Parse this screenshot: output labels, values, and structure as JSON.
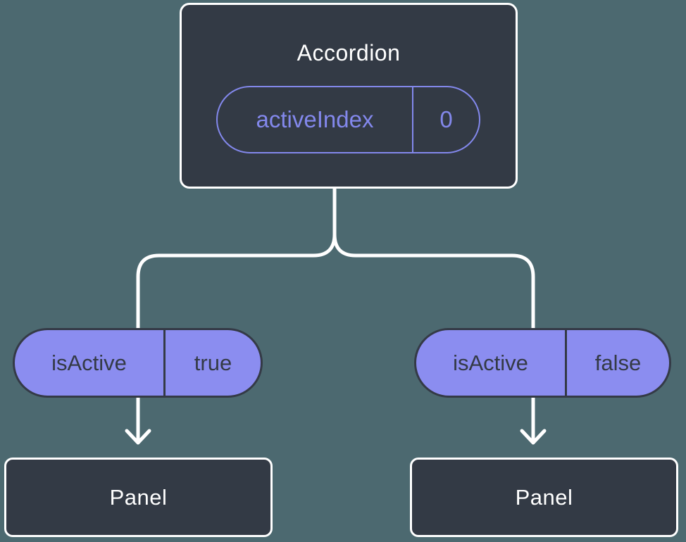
{
  "colors": {
    "background": "#4c6970",
    "node_fill": "#333a45",
    "node_border": "#ffffff",
    "pill_fill": "#8b8df0",
    "pill_border": "#343a46",
    "accent_purple": "#8388ec",
    "connector": "#ffffff"
  },
  "tree": {
    "root": {
      "title": "Accordion",
      "state_pill": {
        "label": "activeIndex",
        "value": "0"
      }
    },
    "branches": [
      {
        "prop_pill": {
          "label": "isActive",
          "value": "true"
        },
        "child": {
          "title": "Panel"
        }
      },
      {
        "prop_pill": {
          "label": "isActive",
          "value": "false"
        },
        "child": {
          "title": "Panel"
        }
      }
    ]
  }
}
